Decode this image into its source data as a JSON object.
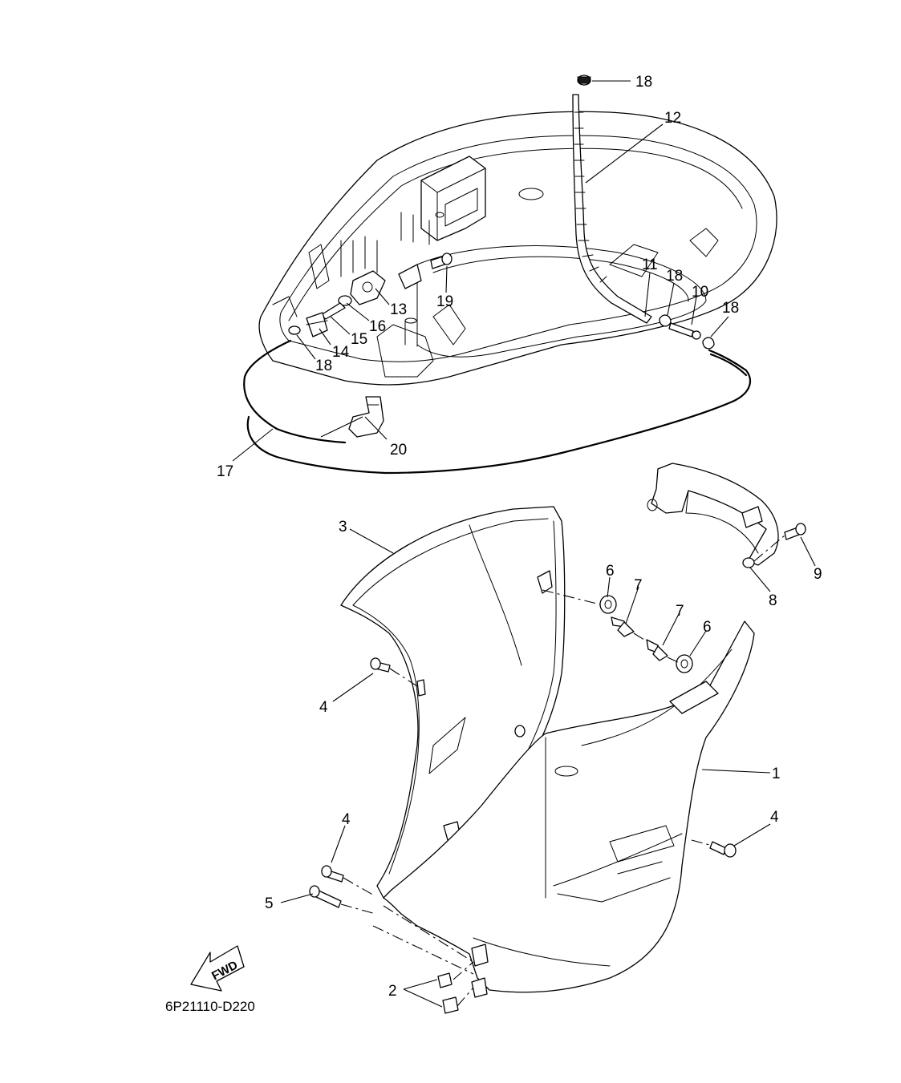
{
  "diagram": {
    "code": "6P21110-D220",
    "fwd_label": "FWD",
    "callouts": [
      {
        "id": "c18a",
        "label": "18"
      },
      {
        "id": "c12",
        "label": "12"
      },
      {
        "id": "c11",
        "label": "11"
      },
      {
        "id": "c18b",
        "label": "18"
      },
      {
        "id": "c10",
        "label": "10"
      },
      {
        "id": "c18c",
        "label": "18"
      },
      {
        "id": "c19",
        "label": "19"
      },
      {
        "id": "c13",
        "label": "13"
      },
      {
        "id": "c16",
        "label": "16"
      },
      {
        "id": "c15",
        "label": "15"
      },
      {
        "id": "c14",
        "label": "14"
      },
      {
        "id": "c18d",
        "label": "18"
      },
      {
        "id": "c20",
        "label": "20"
      },
      {
        "id": "c17",
        "label": "17"
      },
      {
        "id": "c3",
        "label": "3"
      },
      {
        "id": "c6a",
        "label": "6"
      },
      {
        "id": "c7a",
        "label": "7"
      },
      {
        "id": "c7b",
        "label": "7"
      },
      {
        "id": "c6b",
        "label": "6"
      },
      {
        "id": "c9",
        "label": "9"
      },
      {
        "id": "c8",
        "label": "8"
      },
      {
        "id": "c4a",
        "label": "4"
      },
      {
        "id": "c1",
        "label": "1"
      },
      {
        "id": "c4b",
        "label": "4"
      },
      {
        "id": "c4c",
        "label": "4"
      },
      {
        "id": "c5",
        "label": "5"
      },
      {
        "id": "c2",
        "label": "2"
      }
    ]
  }
}
